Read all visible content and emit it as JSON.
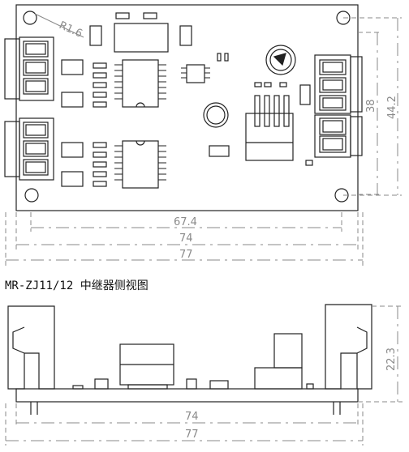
{
  "caption": "MR-ZJ11/12 中继器侧视图",
  "top_view": {
    "hole_radius_label": "R1.6",
    "dim_inner_width": "67.4",
    "dim_middle_width": "74",
    "dim_outer_width": "77",
    "dim_inner_height": "38",
    "dim_outer_height": "44.2"
  },
  "side_view": {
    "dim_height": "22.3",
    "dim_middle_width": "74",
    "dim_outer_width": "77"
  },
  "colors": {
    "line": "#222222",
    "dimension": "#8a8a8a",
    "background": "#ffffff"
  }
}
